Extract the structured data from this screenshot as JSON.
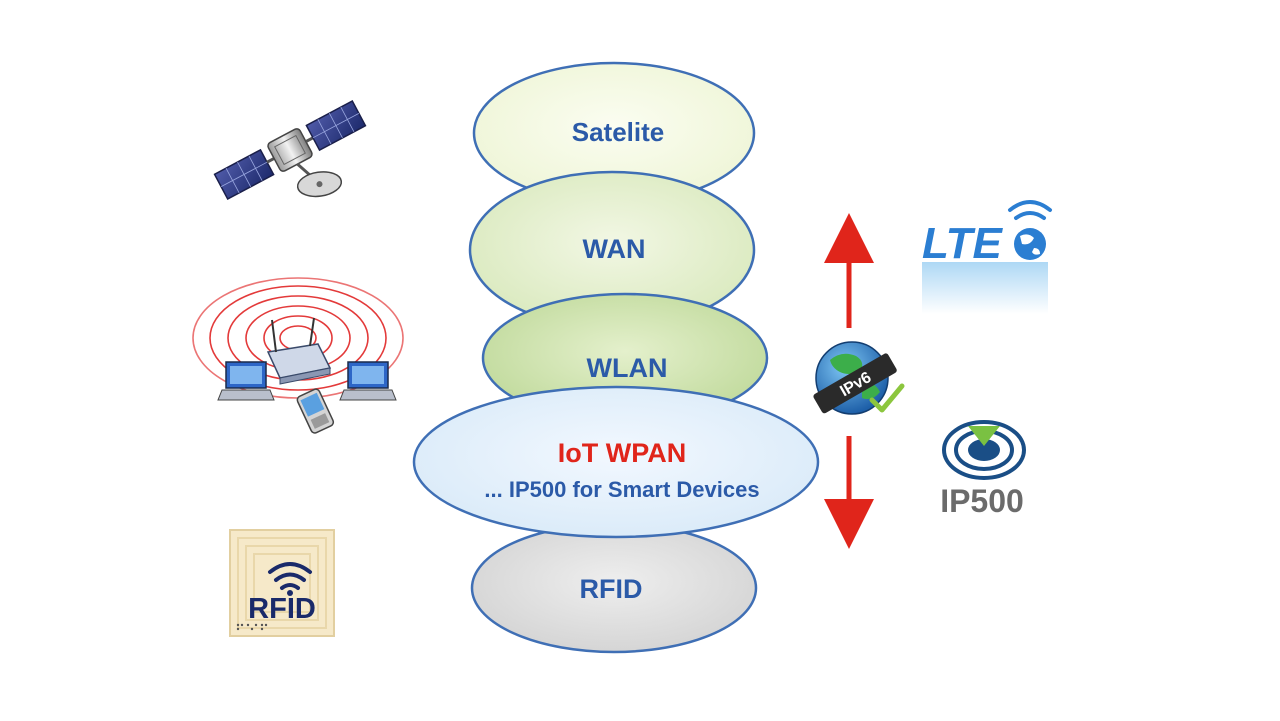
{
  "diagram": {
    "layers": {
      "satelite": {
        "label": "Satelite"
      },
      "wan": {
        "label": "WAN"
      },
      "wlan": {
        "label": "WLAN"
      },
      "iot_wpan": {
        "title": "IoT WPAN",
        "subtitle": "... IP500 for Smart Devices"
      },
      "rfid": {
        "label": "RFID"
      }
    },
    "logos": {
      "lte": "LTE",
      "ipv6": "IPv6",
      "ip500": "IP500",
      "rfid_tag": "RFID"
    },
    "icons": [
      "satellite-icon",
      "wireless-router-network-icon",
      "rfid-tag-icon",
      "lte-logo",
      "ipv6-globe-icon",
      "ip500-logo",
      "bidirectional-arrow"
    ],
    "colors": {
      "label_blue": "#2b5aa8",
      "iot_red": "#e0251b",
      "arrow_red": "#e0251b",
      "ellipse_border": "#3f6fb5"
    }
  }
}
